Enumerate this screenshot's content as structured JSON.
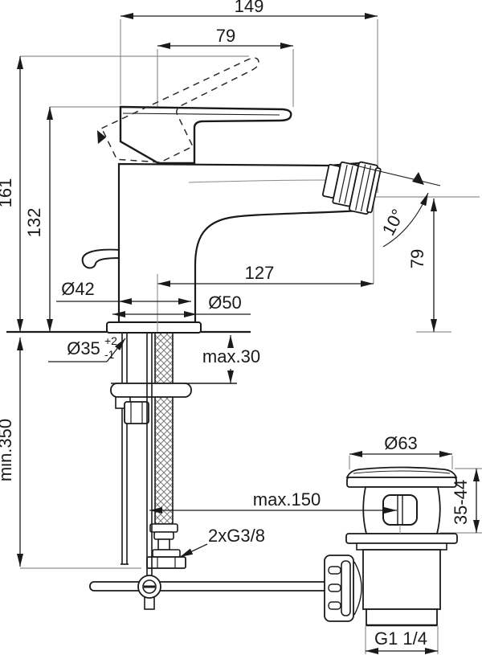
{
  "diagram": {
    "title": "bidet-mixer-installation-drawing",
    "units": "mm",
    "labels": {
      "total_depth": "149",
      "lever_length": "79",
      "height_lever_up": "161",
      "lever_height": "132",
      "spout_reach": "127",
      "spout_outlet_height": "79",
      "spout_angle": "10°",
      "body_dia": "Ø42",
      "base_dia": "Ø50",
      "hole_dia": "Ø35",
      "hole_tol_plus": "+2",
      "hole_tol_minus": "-1",
      "max_deck_thickness": "max.30",
      "min_clearance": "min.350",
      "max_rod_length": "max.150",
      "supply_thread": "2xG3/8",
      "waste_flange_dia": "Ø63",
      "waste_depth_range": "35-44",
      "waste_thread": "G1 1/4"
    }
  }
}
